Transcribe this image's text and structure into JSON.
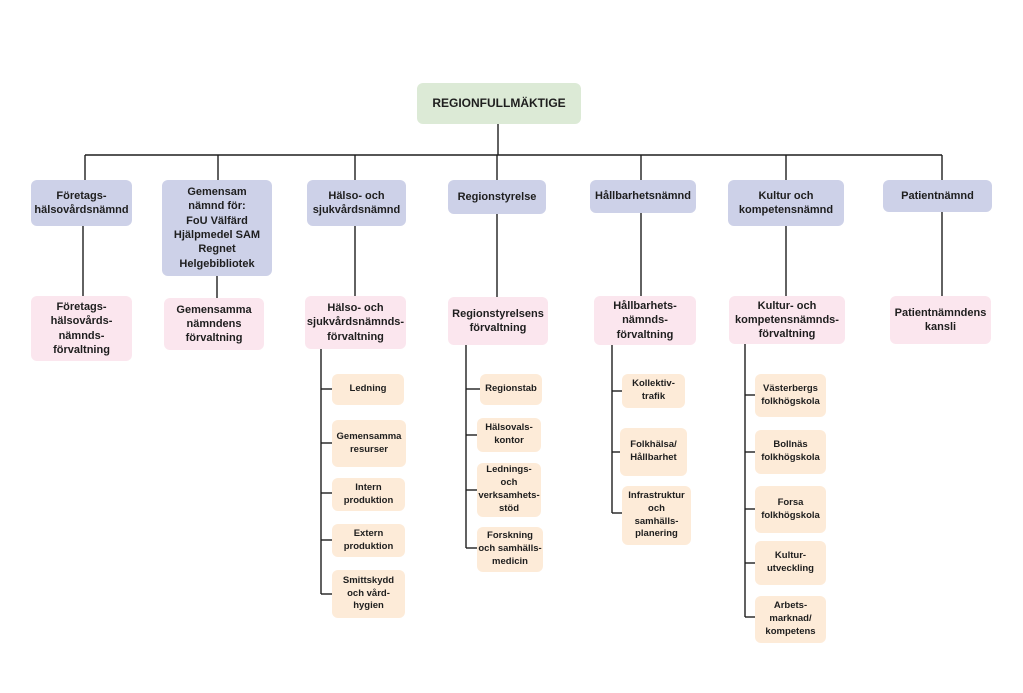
{
  "top": "REGIONFULLMÄKTIGE",
  "nodes": {
    "foretagshalsovardsnamnd": "Företags-\nhälsovårdsnämnd",
    "gemensam_namnd": "Gemensam\nnämnd för:\nFoU Välfärd\nHjälpmedel SAM\nRegnet\nHelgebibliotek",
    "halso_sjukvardsnamnd": "Hälso- och\nsjukvårdsnämnd",
    "regionstyrelse": "Regionstyrelse",
    "hallbarhetsnamnd": "Hållbarhetsnämnd",
    "kultur_kompetensnamnd": "Kultur och\nkompetensnämnd",
    "patientnamnd": "Patientnämnd"
  },
  "administrations": {
    "foretagshalsovard_forvaltning": "Företags-\nhälsovårds-\nnämnds-\nförvaltning",
    "gemensamma_forvaltning": "Gemensamma\nnämndens\nförvaltning",
    "hs_forvaltning": "Hälso- och\nsjukvårdsnämnds-\nförvaltning",
    "regionstyrelsens_forvaltning": "Regionstyrelsens\nförvaltning",
    "hallbarhet_forvaltning": "Hållbarhets-\nnämnds-\nförvaltning",
    "kultur_forvaltning": "Kultur- och\nkompetensnämnds-\nförvaltning",
    "patientnamndens_kansli": "Patientnämndens\nkansli"
  },
  "units": {
    "hs": [
      "Ledning",
      "Gemensamma\nresurser",
      "Intern\nproduktion",
      "Extern\nproduktion",
      "Smittskydd\noch vård-\nhygien"
    ],
    "rs": [
      "Regionstab",
      "Hälsovals-\nkontor",
      "Lednings-\noch\nverksamhets-\nstöd",
      "Forskning\noch samhälls-\nmedicin"
    ],
    "hb": [
      "Kollektiv-\ntrafik",
      "Folkhälsa/\nHållbarhet",
      "Infrastruktur\noch\nsamhälls-\nplanering"
    ],
    "kk": [
      "Västerbergs\nfolkhögskola",
      "Bollnäs\nfolkhögskola",
      "Forsa\nfolkhögskola",
      "Kultur-\nutveckling",
      "Arbets-\nmarknad/\nkompetens"
    ]
  },
  "colors": {
    "top": "#dcead6",
    "committee": "#cdd1e8",
    "administration": "#fbe6ee",
    "unit": "#fdebd8",
    "line": "#1e1e1e"
  }
}
